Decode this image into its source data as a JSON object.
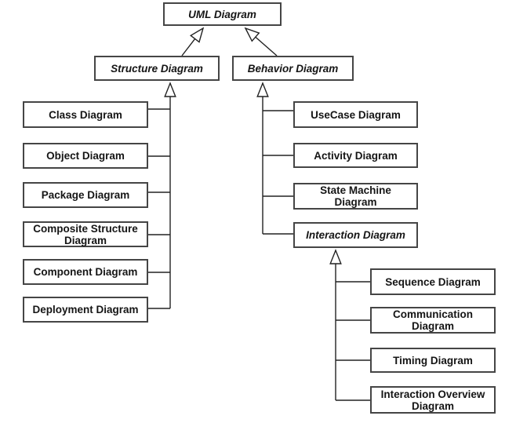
{
  "diagram": {
    "kind": "UML diagram taxonomy (generalization hierarchy)",
    "colors": {
      "background": "#ffffff",
      "box_fill": "#ffffff",
      "box_border": "#454545",
      "line": "#222222",
      "text": "#151515"
    },
    "nodes": {
      "uml": {
        "label": "UML Diagram",
        "style": "abstract-italic"
      },
      "structure": {
        "label": "Structure Diagram",
        "style": "abstract-italic"
      },
      "behavior": {
        "label": "Behavior Diagram",
        "style": "abstract-italic"
      },
      "class": {
        "label": "Class Diagram"
      },
      "object": {
        "label": "Object Diagram"
      },
      "package": {
        "label": "Package Diagram"
      },
      "composite": {
        "label": "Composite Structure\nDiagram"
      },
      "component": {
        "label": "Component Diagram"
      },
      "deployment": {
        "label": "Deployment Diagram"
      },
      "usecase": {
        "label": "UseCase Diagram"
      },
      "activity": {
        "label": "Activity Diagram"
      },
      "statemachine": {
        "label": "State Machine\nDiagram"
      },
      "interaction": {
        "label": "Interaction Diagram",
        "style": "abstract-italic"
      },
      "sequence": {
        "label": "Sequence Diagram"
      },
      "communication": {
        "label": "Communication\nDiagram"
      },
      "timing": {
        "label": "Timing Diagram"
      },
      "interaction_overview": {
        "label": "Interaction Overview\nDiagram"
      }
    },
    "relations": {
      "edge_type": "generalization (hollow triangle arrowhead points to parent)",
      "parent_child": [
        {
          "parent": "UML Diagram",
          "children": [
            "Structure Diagram",
            "Behavior Diagram"
          ]
        },
        {
          "parent": "Structure Diagram",
          "children": [
            "Class Diagram",
            "Object Diagram",
            "Package Diagram",
            "Composite Structure Diagram",
            "Component Diagram",
            "Deployment Diagram"
          ]
        },
        {
          "parent": "Behavior Diagram",
          "children": [
            "UseCase Diagram",
            "Activity Diagram",
            "State Machine Diagram",
            "Interaction Diagram"
          ]
        },
        {
          "parent": "Interaction Diagram",
          "children": [
            "Sequence Diagram",
            "Communication Diagram",
            "Timing Diagram",
            "Interaction Overview Diagram"
          ]
        }
      ]
    }
  }
}
